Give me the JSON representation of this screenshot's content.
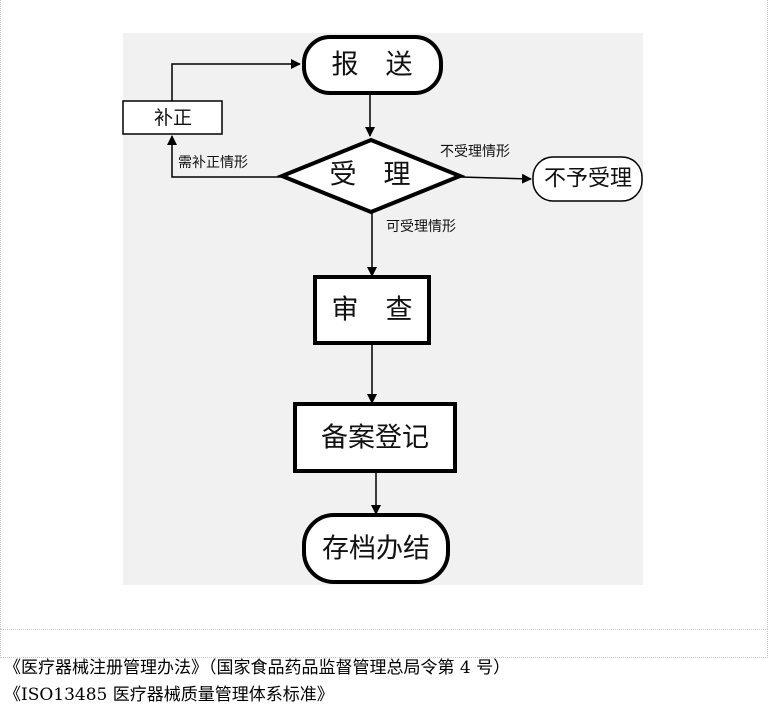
{
  "nodes": {
    "submit": "报　送",
    "supplement": "补正",
    "accept": "受　理",
    "reject": "不予受理",
    "review": "审　查",
    "record": "备案登记",
    "archive": "存档办结"
  },
  "edges": {
    "needs_supplement": "需补正情形",
    "not_accepted": "不受理情形",
    "accepted": "可受理情形"
  },
  "references": [
    "《医疗器械注册管理办法》（国家食品药品监督管理总局令第 4 号）",
    "《ISO13485 医疗器械质量管理体系标准》"
  ],
  "colors": {
    "line": "#000000",
    "canvas": "#f1f1f1"
  }
}
